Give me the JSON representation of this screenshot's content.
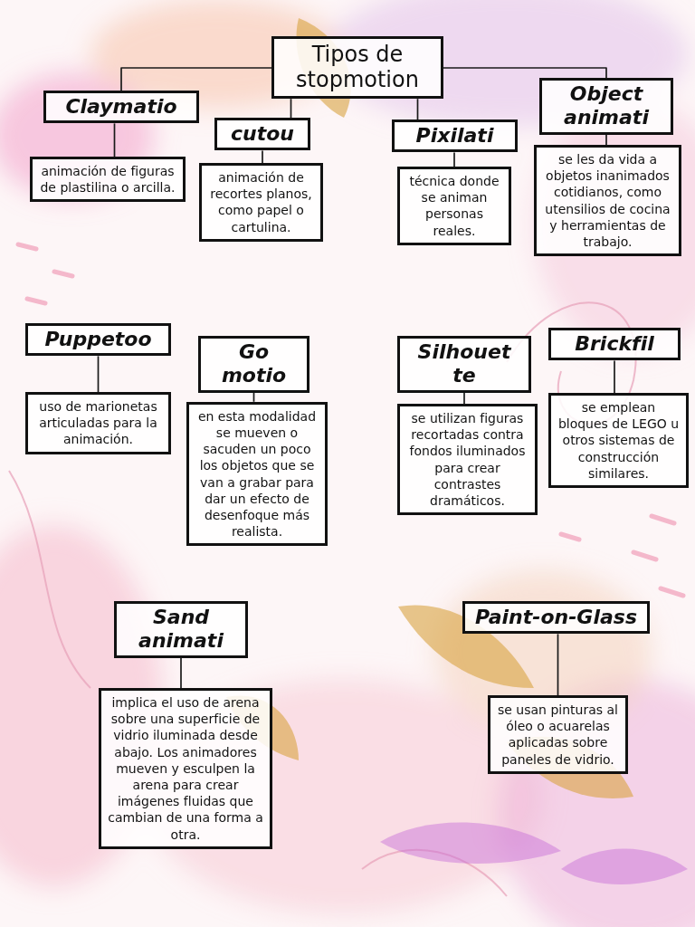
{
  "diagram": {
    "nodes": [
      {
        "text": [
          "Tipos de stopmotion"
        ]
      },
      {
        "text": [
          "Claymatio"
        ]
      },
      {
        "text": [
          "animación de figuras de plastilina o arcilla."
        ]
      },
      {
        "text": [
          "cutou"
        ]
      },
      {
        "text": [
          "animación de recortes planos, como papel o cartulina."
        ]
      },
      {
        "text": [
          "Pixilati"
        ]
      },
      {
        "text": [
          "técnica donde se animan personas reales."
        ]
      },
      {
        "text": [
          "Object animati"
        ]
      },
      {
        "text": [
          "se les da vida a objetos inanimados cotidianos, como utensilios de cocina y herramientas de trabajo."
        ]
      },
      {
        "text": [
          "Puppetoo"
        ]
      },
      {
        "text": [
          "uso de marionetas articuladas para la animación."
        ]
      },
      {
        "text": [
          "Go motio"
        ]
      },
      {
        "text": [
          "en esta modalidad se mueven o sacuden un poco los objetos que se van a grabar para dar un efecto de desenfoque más realista."
        ]
      },
      {
        "text": [
          "Silhouet te"
        ]
      },
      {
        "text": [
          "se utilizan figuras recortadas contra fondos iluminados para crear contrastes dramáticos."
        ]
      },
      {
        "text": [
          "Brickfil"
        ]
      },
      {
        "text": [
          "se emplean bloques de LEGO u otros sistemas de construcción similares."
        ]
      },
      {
        "text": [
          "Sand animati"
        ]
      },
      {
        "text": [
          "implica el uso de arena sobre una superficie de vidrio iluminada desde abajo. Los animadores mueven y esculpen la arena para crear imágenes fluidas que cambian de una forma a otra."
        ]
      },
      {
        "text": [
          "Paint-on-Glass"
        ]
      },
      {
        "text": [
          "se usan pinturas al óleo o acuarelas aplicadas sobre paneles de vidrio."
        ]
      }
    ],
    "edges": [
      {
        "from": 0,
        "to": 1,
        "arrow": "none"
      },
      {
        "from": 0,
        "to": 3,
        "arrow": "none"
      },
      {
        "from": 0,
        "to": 5,
        "arrow": "none"
      },
      {
        "from": 0,
        "to": 7,
        "arrow": "none"
      },
      {
        "from": 0,
        "to": 9,
        "arrow": "none"
      },
      {
        "from": 0,
        "to": 11,
        "arrow": "none"
      },
      {
        "from": 0,
        "to": 13,
        "arrow": "none"
      },
      {
        "from": 0,
        "to": 15,
        "arrow": "none"
      },
      {
        "from": 0,
        "to": 17,
        "arrow": "none"
      },
      {
        "from": 0,
        "to": 19,
        "arrow": "none"
      },
      {
        "from": 1,
        "to": 2,
        "arrow": "none"
      },
      {
        "from": 3,
        "to": 4,
        "arrow": "none"
      },
      {
        "from": 5,
        "to": 6,
        "arrow": "none"
      },
      {
        "from": 7,
        "to": 8,
        "arrow": "none"
      },
      {
        "from": 9,
        "to": 10,
        "arrow": "none"
      },
      {
        "from": 11,
        "to": 12,
        "arrow": "none"
      },
      {
        "from": 13,
        "to": 14,
        "arrow": "none"
      },
      {
        "from": 15,
        "to": 16,
        "arrow": "none"
      },
      {
        "from": 17,
        "to": 18,
        "arrow": "none"
      },
      {
        "from": 19,
        "to": 20,
        "arrow": "none"
      }
    ]
  }
}
